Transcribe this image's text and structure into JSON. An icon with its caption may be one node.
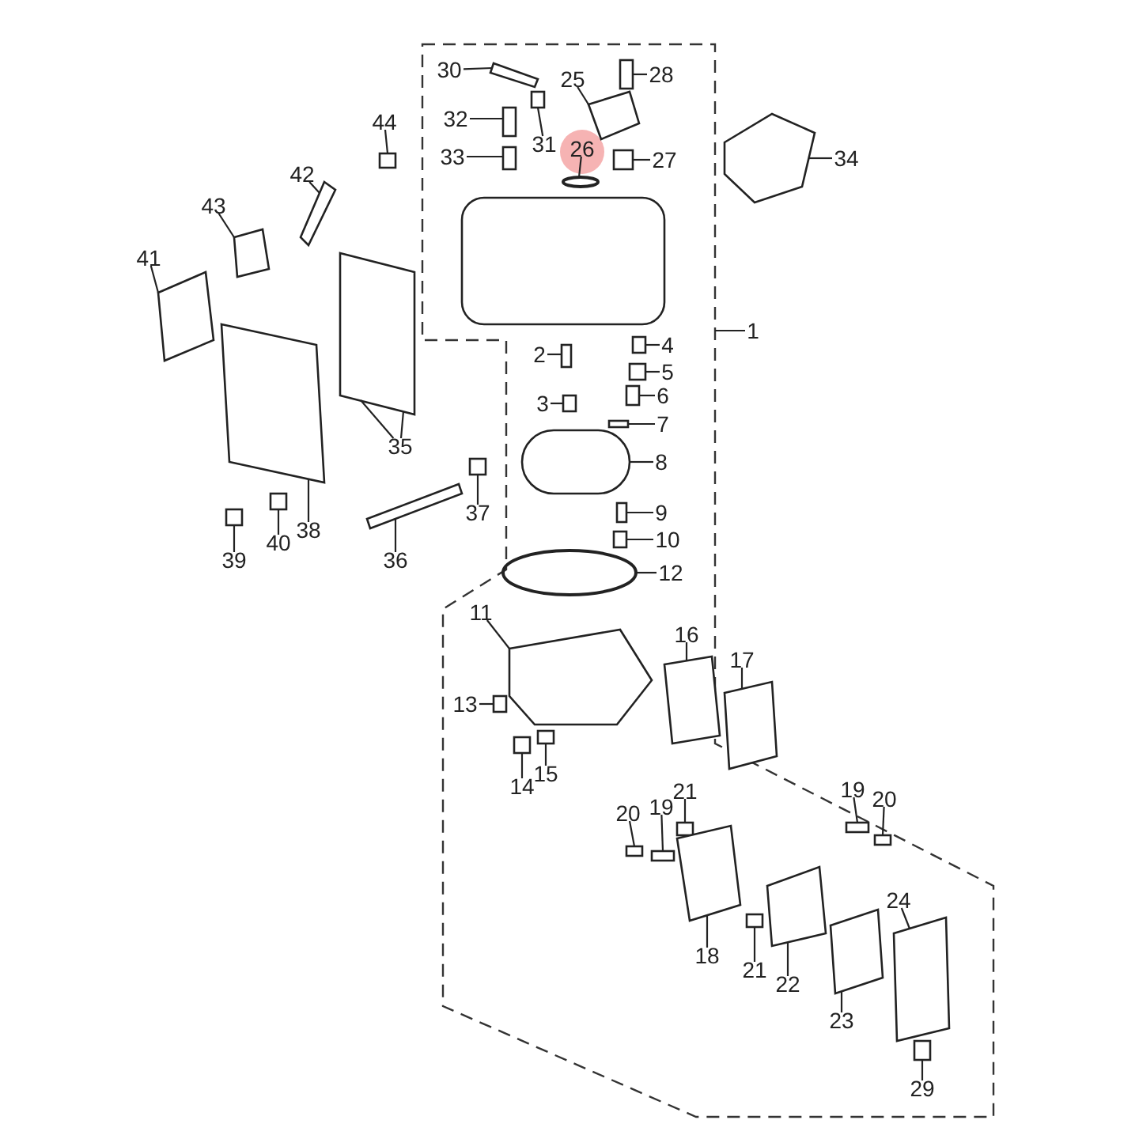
{
  "diagram": {
    "nodes": [
      {
        "text": [
          "30"
        ]
      },
      {
        "text": [
          "28"
        ]
      },
      {
        "text": [
          "25"
        ]
      },
      {
        "text": [
          "32"
        ]
      },
      {
        "text": [
          "44"
        ]
      },
      {
        "text": [
          "31"
        ]
      },
      {
        "text": [
          "26"
        ]
      },
      {
        "text": [
          "33"
        ]
      },
      {
        "text": [
          "27"
        ]
      },
      {
        "text": [
          "34"
        ]
      },
      {
        "text": [
          "42"
        ]
      },
      {
        "text": [
          "43"
        ]
      },
      {
        "text": [
          "41"
        ]
      },
      {
        "text": [
          "1"
        ]
      },
      {
        "text": [
          "4"
        ]
      },
      {
        "text": [
          "2"
        ]
      },
      {
        "text": [
          "5"
        ]
      },
      {
        "text": [
          "6"
        ]
      },
      {
        "text": [
          "3"
        ]
      },
      {
        "text": [
          "7"
        ]
      },
      {
        "text": [
          "35"
        ]
      },
      {
        "text": [
          "8"
        ]
      },
      {
        "text": [
          "37"
        ]
      },
      {
        "text": [
          "9"
        ]
      },
      {
        "text": [
          "38"
        ]
      },
      {
        "text": [
          "10"
        ]
      },
      {
        "text": [
          "40"
        ]
      },
      {
        "text": [
          "39"
        ]
      },
      {
        "text": [
          "36"
        ]
      },
      {
        "text": [
          "12"
        ]
      },
      {
        "text": [
          "11"
        ]
      },
      {
        "text": [
          "16"
        ]
      },
      {
        "text": [
          "17"
        ]
      },
      {
        "text": [
          "13"
        ]
      },
      {
        "text": [
          "15"
        ]
      },
      {
        "text": [
          "14"
        ]
      },
      {
        "text": [
          "19"
        ]
      },
      {
        "text": [
          "21"
        ]
      },
      {
        "text": [
          "20"
        ]
      },
      {
        "text": [
          "20"
        ]
      },
      {
        "text": [
          "19"
        ]
      },
      {
        "text": [
          "24"
        ]
      },
      {
        "text": [
          "18"
        ]
      },
      {
        "text": [
          "21"
        ]
      },
      {
        "text": [
          "22"
        ]
      },
      {
        "text": [
          "23"
        ]
      },
      {
        "text": [
          "29"
        ]
      },
      {
        "text": [],
        "shape": "box"
      },
      {
        "text": [],
        "shape": "box"
      },
      {
        "text": [],
        "shape": "box"
      },
      {
        "text": [],
        "shape": "box"
      },
      {
        "text": [],
        "shape": "box"
      },
      {
        "text": [],
        "shape": "box"
      },
      {
        "text": [],
        "shape": "circle"
      },
      {
        "text": [],
        "shape": "box"
      },
      {
        "text": [],
        "shape": "box"
      },
      {
        "text": [],
        "shape": "box"
      },
      {
        "text": [],
        "shape": "box"
      },
      {
        "text": [],
        "shape": "box"
      },
      {
        "text": [],
        "shape": "box"
      },
      {
        "text": [],
        "shape": "box"
      },
      {
        "text": [],
        "shape": "box"
      },
      {
        "text": [],
        "shape": "box"
      },
      {
        "text": [],
        "shape": "box"
      },
      {
        "text": [],
        "shape": "box"
      },
      {
        "text": [],
        "shape": "box"
      },
      {
        "text": [],
        "shape": "box"
      },
      {
        "text": [],
        "shape": "box"
      },
      {
        "text": [],
        "shape": "box"
      },
      {
        "text": [],
        "shape": "box"
      },
      {
        "text": [],
        "shape": "box"
      },
      {
        "text": [],
        "shape": "box"
      },
      {
        "text": [],
        "shape": "box"
      },
      {
        "text": [],
        "shape": "box"
      },
      {
        "text": [],
        "shape": "box"
      },
      {
        "text": [],
        "shape": "circle"
      },
      {
        "text": [],
        "shape": "box"
      },
      {
        "text": [],
        "shape": "box"
      },
      {
        "text": [],
        "shape": "box"
      },
      {
        "text": [],
        "shape": "box"
      },
      {
        "text": [],
        "shape": "box"
      },
      {
        "text": [],
        "shape": "box"
      },
      {
        "text": [],
        "shape": "box"
      },
      {
        "text": [],
        "shape": "box"
      },
      {
        "text": [],
        "shape": "box"
      },
      {
        "text": [],
        "shape": "box"
      },
      {
        "text": [],
        "shape": "box"
      },
      {
        "text": [],
        "shape": "box"
      },
      {
        "text": [],
        "shape": "box"
      },
      {
        "text": [],
        "shape": "box"
      },
      {
        "text": [],
        "shape": "box"
      },
      {
        "text": [],
        "shape": "box"
      },
      {
        "text": [],
        "shape": "box"
      }
    ],
    "edges": [
      {
        "from": 0,
        "to": 47,
        "arrow": "none"
      },
      {
        "from": 1,
        "to": 48,
        "arrow": "none"
      },
      {
        "from": 2,
        "to": 49,
        "arrow": "none"
      },
      {
        "from": 3,
        "to": 50,
        "arrow": "none"
      },
      {
        "from": 4,
        "to": 51,
        "arrow": "none"
      },
      {
        "from": 5,
        "to": 52,
        "arrow": "none"
      },
      {
        "from": 6,
        "to": 53,
        "arrow": "none"
      },
      {
        "from": 7,
        "to": 54,
        "arrow": "none"
      },
      {
        "from": 8,
        "to": 55,
        "arrow": "none"
      },
      {
        "from": 9,
        "to": 56,
        "arrow": "none"
      },
      {
        "from": 10,
        "to": 57,
        "arrow": "none"
      },
      {
        "from": 11,
        "to": 58,
        "arrow": "none"
      },
      {
        "from": 12,
        "to": 59,
        "arrow": "none"
      },
      {
        "from": 13,
        "to": null,
        "arrow": "none"
      },
      {
        "from": 14,
        "to": 60,
        "arrow": "none"
      },
      {
        "from": 15,
        "to": 61,
        "arrow": "none"
      },
      {
        "from": 16,
        "to": 62,
        "arrow": "none"
      },
      {
        "from": 17,
        "to": 63,
        "arrow": "none"
      },
      {
        "from": 18,
        "to": 64,
        "arrow": "none"
      },
      {
        "from": 19,
        "to": 65,
        "arrow": "none"
      },
      {
        "from": 20,
        "to": 66,
        "arrow": "none"
      },
      {
        "from": 20,
        "to": 66,
        "arrow": "none"
      },
      {
        "from": 21,
        "to": 67,
        "arrow": "none"
      },
      {
        "from": 22,
        "to": 68,
        "arrow": "none"
      },
      {
        "from": 23,
        "to": 69,
        "arrow": "none"
      },
      {
        "from": 24,
        "to": 70,
        "arrow": "none"
      },
      {
        "from": 25,
        "to": 71,
        "arrow": "none"
      },
      {
        "from": 26,
        "to": 72,
        "arrow": "none"
      },
      {
        "from": 27,
        "to": 73,
        "arrow": "none"
      },
      {
        "from": 28,
        "to": 74,
        "arrow": "none"
      },
      {
        "from": 29,
        "to": 75,
        "arrow": "none"
      },
      {
        "from": 30,
        "to": 76,
        "arrow": "none"
      },
      {
        "from": 31,
        "to": 77,
        "arrow": "none"
      },
      {
        "from": 32,
        "to": 78,
        "arrow": "none"
      },
      {
        "from": 33,
        "to": 79,
        "arrow": "none"
      },
      {
        "from": 34,
        "to": 80,
        "arrow": "none"
      },
      {
        "from": 35,
        "to": 81,
        "arrow": "none"
      },
      {
        "from": 36,
        "to": 82,
        "arrow": "none"
      },
      {
        "from": 37,
        "to": 83,
        "arrow": "none"
      },
      {
        "from": 38,
        "to": 84,
        "arrow": "none"
      },
      {
        "from": 39,
        "to": 85,
        "arrow": "none"
      },
      {
        "from": 40,
        "to": 86,
        "arrow": "none"
      },
      {
        "from": 41,
        "to": 87,
        "arrow": "none"
      },
      {
        "from": 42,
        "to": 88,
        "arrow": "none"
      },
      {
        "from": 43,
        "to": 89,
        "arrow": "none"
      },
      {
        "from": 44,
        "to": 90,
        "arrow": "none"
      },
      {
        "from": 45,
        "to": 91,
        "arrow": "none"
      },
      {
        "from": 46,
        "to": 92,
        "arrow": "none"
      }
    ]
  }
}
